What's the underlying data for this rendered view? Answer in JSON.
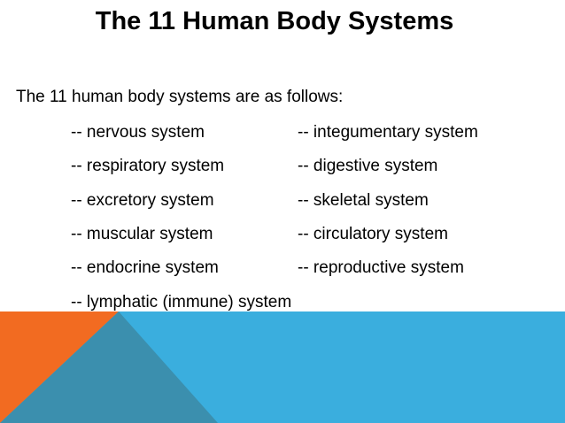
{
  "slide": {
    "title": "The 11 Human Body Systems",
    "intro": "The 11 human body systems are as follows:",
    "systems": [
      "-- nervous system",
      "-- integumentary system",
      "-- respiratory system",
      "-- digestive system",
      "-- excretory system",
      "-- skeletal system",
      "-- muscular system",
      "-- circulatory system",
      "-- endocrine system",
      "-- reproductive system",
      "-- lymphatic (immune) system"
    ]
  },
  "colors": {
    "background": "#ffffff",
    "text": "#000000",
    "band_blue": "#3aaede",
    "band_orange": "#f26b21",
    "band_teal": "#3b8fae"
  }
}
